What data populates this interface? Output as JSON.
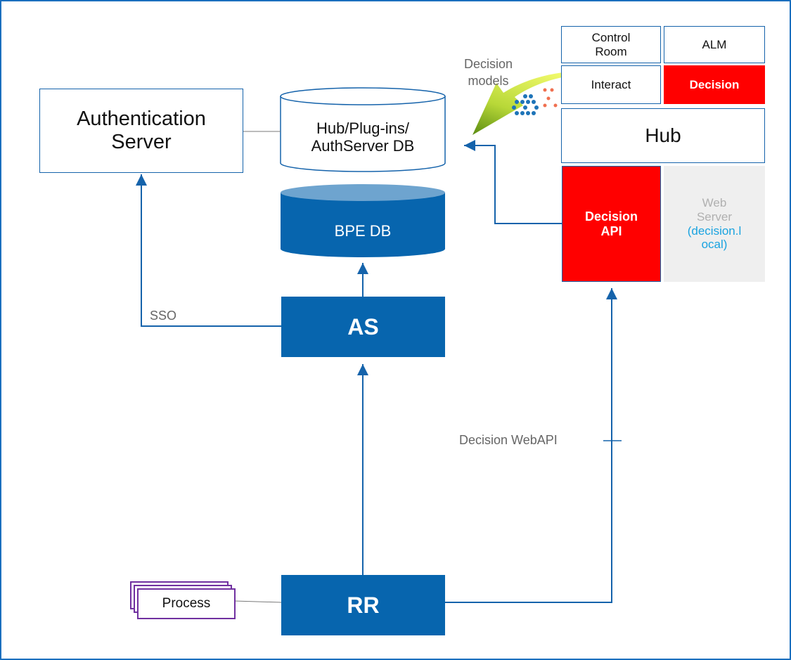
{
  "nodes": {
    "auth_server": "Authentication\nServer",
    "hub_db": "Hub/Plug-ins/\nAuthServer DB",
    "bpe_db": "BPE DB",
    "as": "AS",
    "rr": "RR",
    "process": "Process",
    "control_room": "Control\nRoom",
    "alm": "ALM",
    "interact": "Interact",
    "decision": "Decision",
    "hub": "Hub",
    "decision_api": "Decision\nAPI",
    "web_server_line1": "Web",
    "web_server_line2": "Server",
    "web_server_host": "(decision.l\nocal)"
  },
  "labels": {
    "decision_models": "Decision\nmodels",
    "sso": "SSO",
    "decision_webapi": "Decision WebAPI"
  },
  "colors": {
    "accent_blue": "#0765ae",
    "decision_red": "#ff0000",
    "web_server_gray": "#efefef",
    "host_cyan": "#19a3e0"
  },
  "icons": {
    "decision_models_arrow": "green-curved-arrow",
    "process_stack": "stacked-documents-icon",
    "model_graph": "node-graph-icon"
  }
}
